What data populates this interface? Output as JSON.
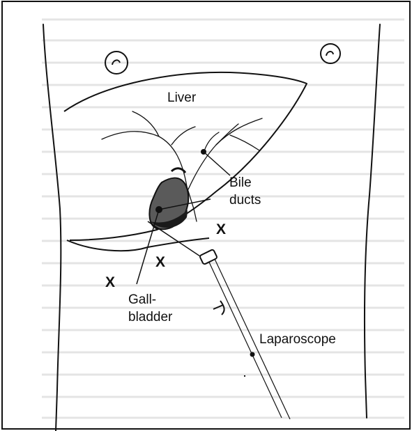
{
  "labels": {
    "liver": "Liver",
    "bile_ducts_line1": "Bile",
    "bile_ducts_line2": "ducts",
    "gallbladder_line1": "Gall-",
    "gallbladder_line2": "bladder",
    "laparoscope": "Laparoscope"
  },
  "incision_markers": [
    "X",
    "X",
    "X"
  ],
  "colors": {
    "ink": "#111111",
    "text_bleed": "#c9c9c9",
    "gallbladder_shade": "#555555",
    "gallbladder_dark": "#1a1a1a"
  }
}
